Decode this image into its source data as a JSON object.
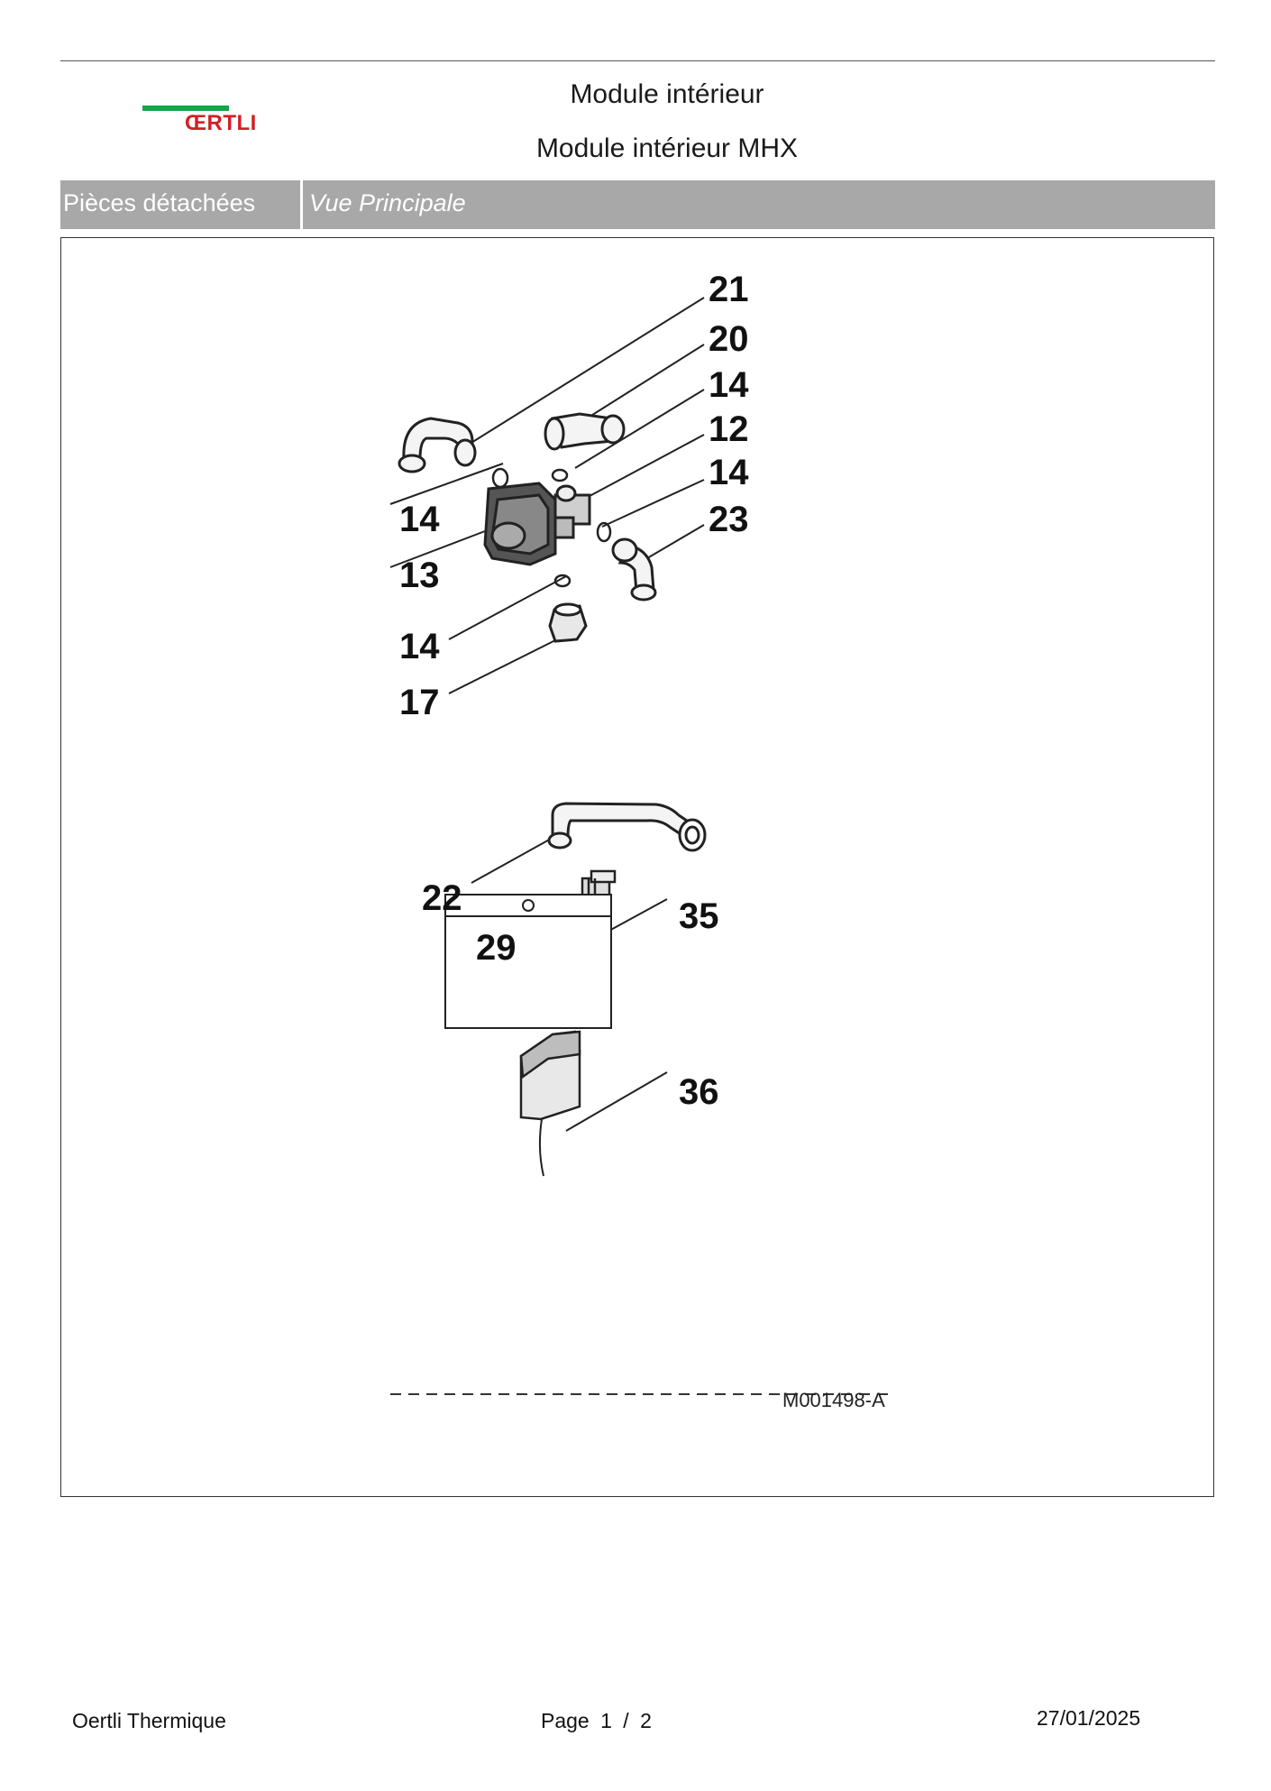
{
  "header": {
    "logo_text": "ŒRTLI",
    "title": "Module intérieur",
    "subtitle": "Module intérieur MHX",
    "brand_color": "#d21f26",
    "accent_color": "#1aa34a"
  },
  "band": {
    "left_label": "Pièces détachées",
    "right_label": "Vue Principale"
  },
  "diagram": {
    "reference": "M001498-A",
    "callouts": {
      "c21": "21",
      "c20": "20",
      "c14a": "14",
      "c12": "12",
      "c14b": "14",
      "c23": "23",
      "c14c": "14",
      "c13": "13",
      "c14d": "14",
      "c17": "17",
      "c22": "22",
      "c29": "29",
      "c35": "35",
      "c36": "36"
    }
  },
  "footer": {
    "company": "Oertli Thermique",
    "page_label": "Page",
    "page_current": "1",
    "page_sep": "/",
    "page_total": "2",
    "date": "27/01/2025"
  }
}
